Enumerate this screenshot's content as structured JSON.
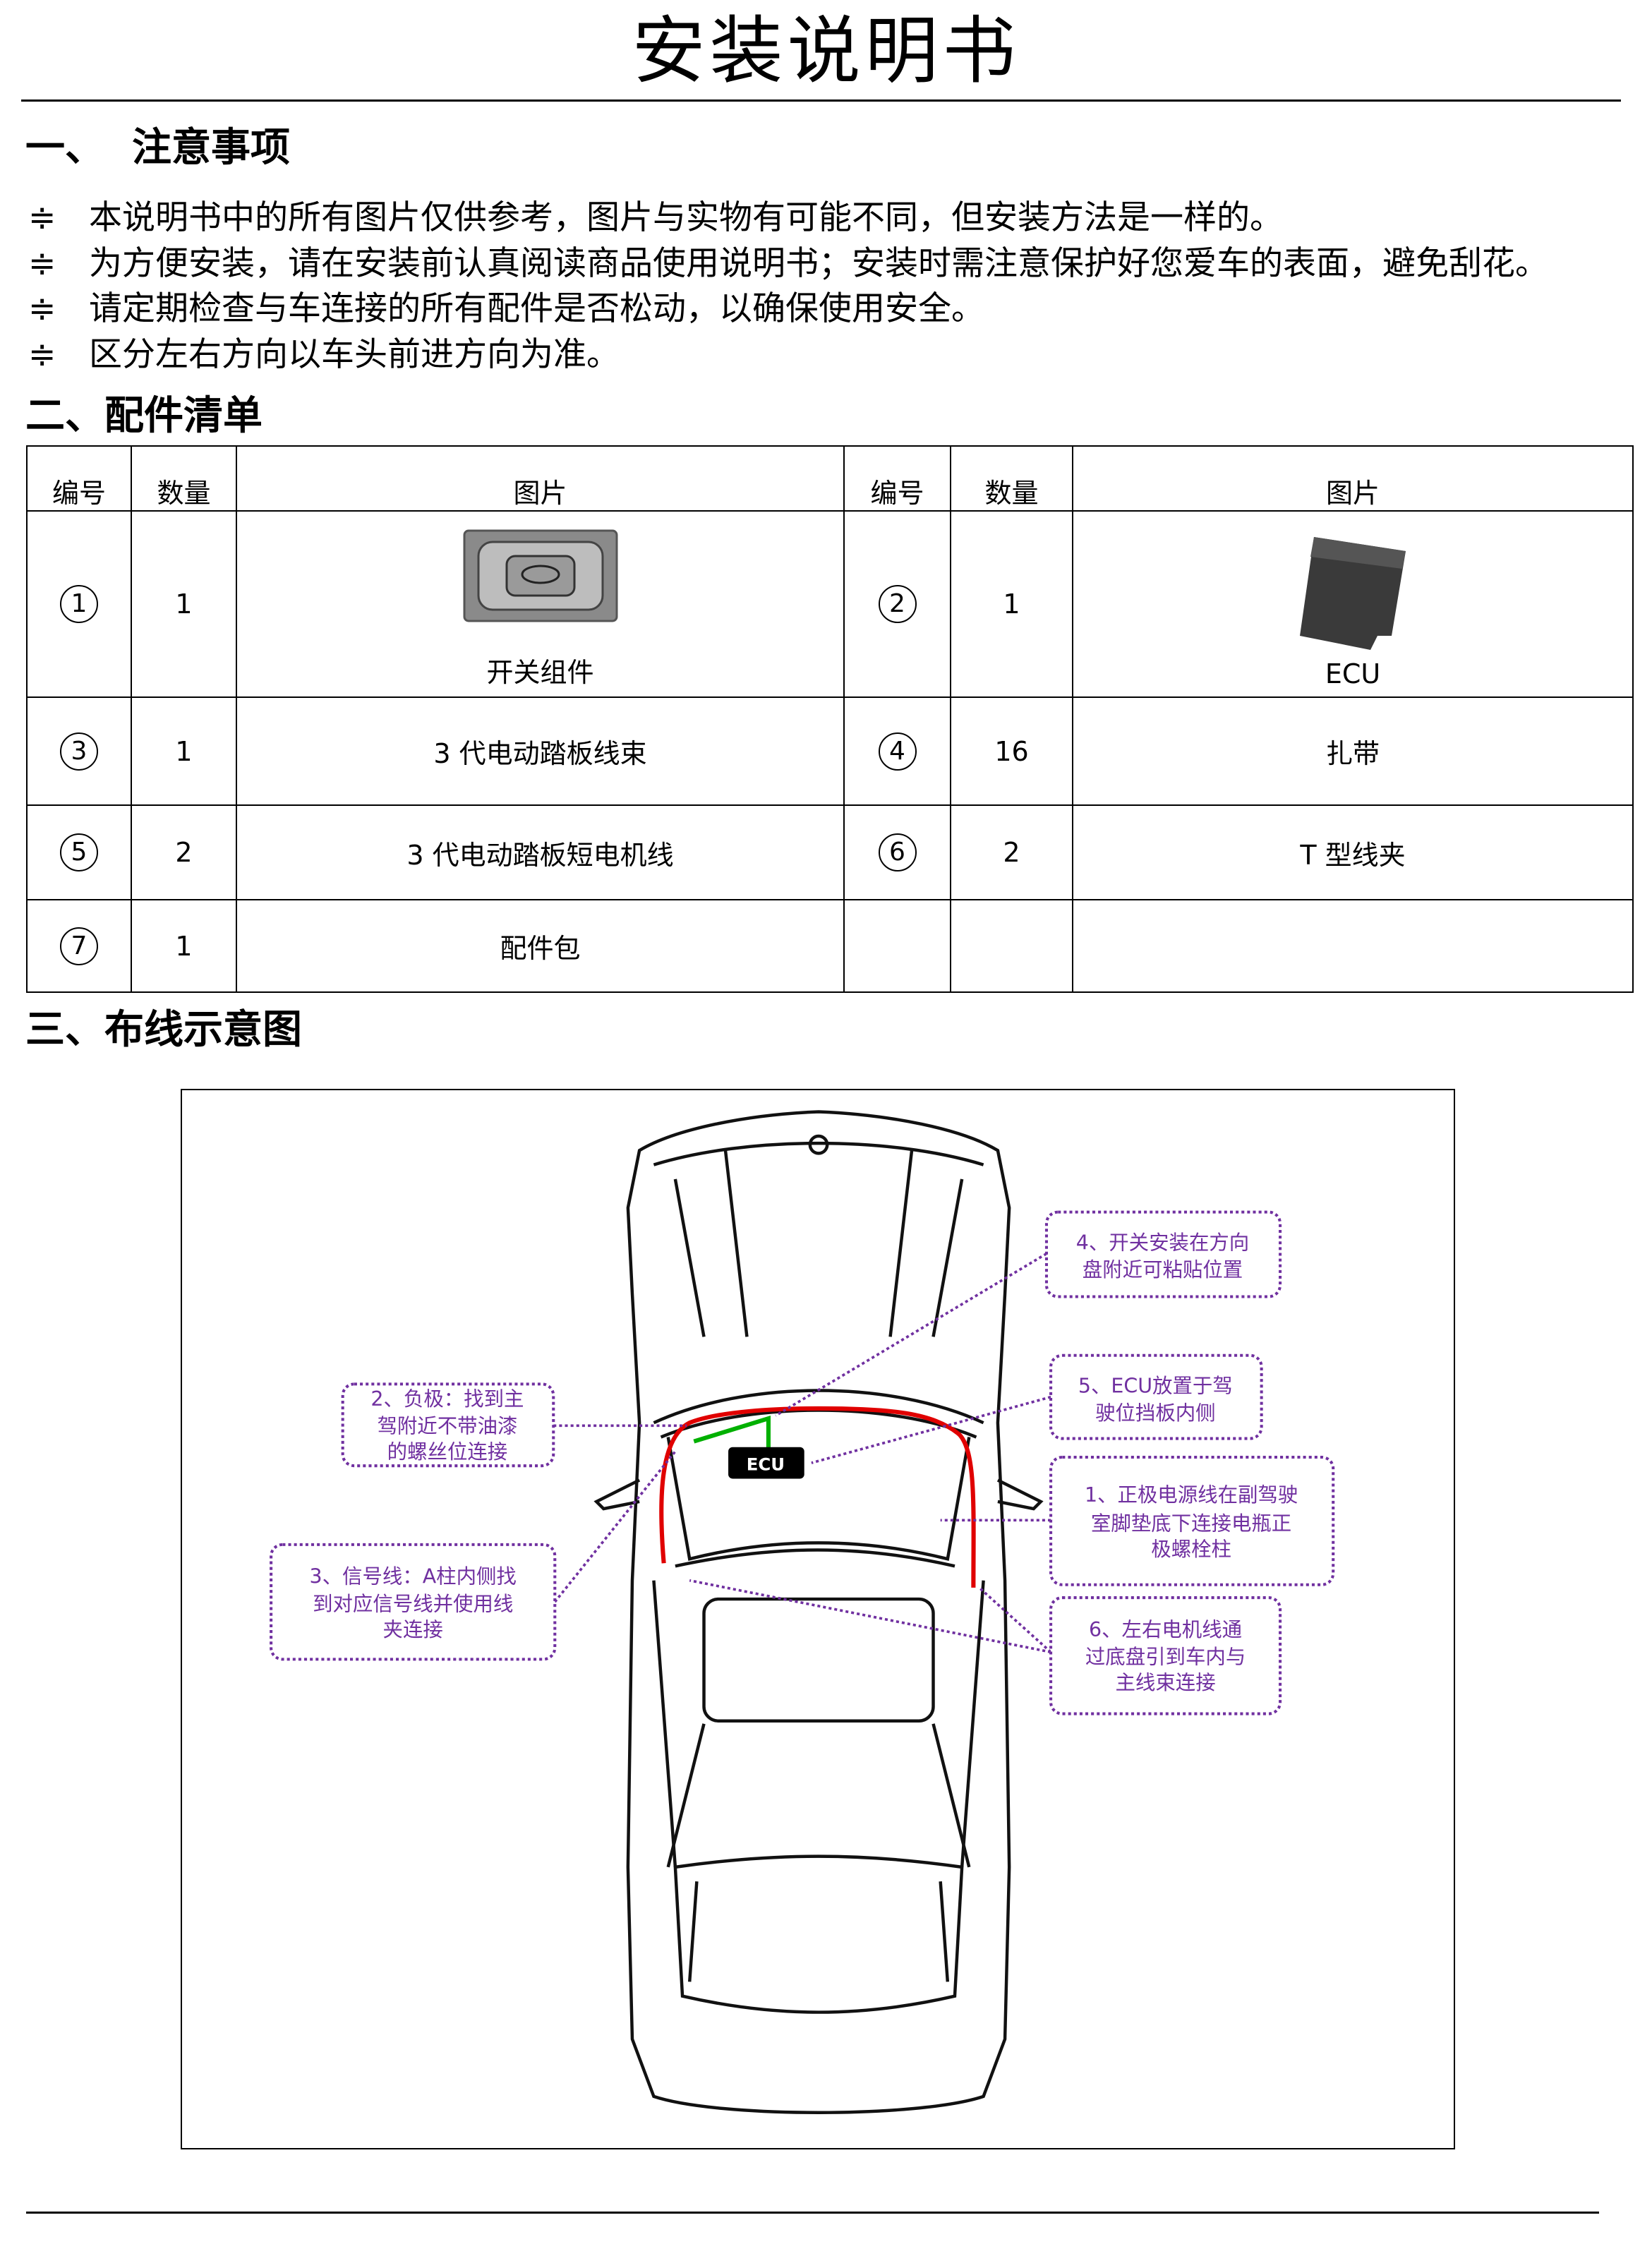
{
  "title": "安装说明书",
  "section1": {
    "heading": "一、  注意事项",
    "bullet_symbol": "≑",
    "items": [
      "本说明书中的所有图片仅供参考，图片与实物有可能不同，但安装方法是一样的。",
      "为方便安装，请在安装前认真阅读商品使用说明书；安装时需注意保护好您爱车的表面，避免刮花。",
      "请定期检查与车连接的所有配件是否松动，以确保使用安全。",
      "区分左右方向以车头前进方向为准。"
    ]
  },
  "section2": {
    "heading": "二、配件清单",
    "headers": [
      "编号",
      "数量",
      "图片",
      "编号",
      "数量",
      "图片"
    ],
    "rows": [
      {
        "no1": "1",
        "qty1": "1",
        "name1": "开关组件",
        "no2": "2",
        "qty2": "1",
        "name2": "ECU"
      },
      {
        "no1": "3",
        "qty1": "1",
        "name1": "3 代电动踏板线束",
        "no2": "4",
        "qty2": "16",
        "name2": "扎带"
      },
      {
        "no1": "5",
        "qty1": "2",
        "name1": "3 代电动踏板短电机线",
        "no2": "6",
        "qty2": "2",
        "name2": "T 型线夹"
      },
      {
        "no1": "7",
        "qty1": "1",
        "name1": "配件包",
        "no2": "",
        "qty2": "",
        "name2": ""
      }
    ]
  },
  "section3": {
    "heading": "三、布线示意图",
    "ecu_label": "ECU",
    "callouts": {
      "c4": [
        "4、开关安装在方向",
        "盘附近可粘贴位置"
      ],
      "c5": [
        "5、ECU放置于驾",
        "驶位挡板内侧"
      ],
      "c1": [
        "1、正极电源线在副驾驶",
        "室脚垫底下连接电瓶正",
        "极螺栓柱"
      ],
      "c6": [
        "6、左右电机线通",
        "过底盘引到车内与",
        "主线束连接"
      ],
      "c2": [
        "2、负极：找到主",
        "驾附近不带油漆",
        "的螺丝位连接"
      ],
      "c3": [
        "3、信号线：A柱内侧找",
        "到对应信号线并使用线",
        "夹连接"
      ]
    },
    "colors": {
      "callout": "#7030a0",
      "power_wire": "#e00000",
      "ground_wire": "#00b000"
    }
  }
}
